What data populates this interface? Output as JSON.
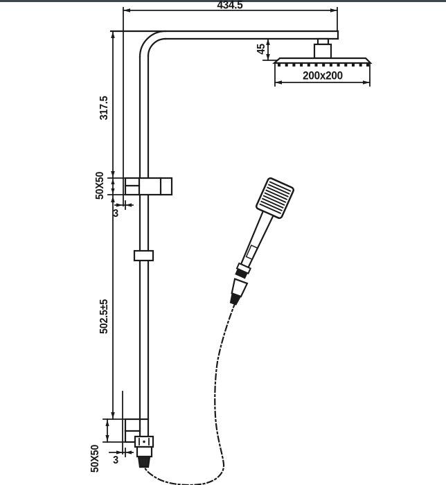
{
  "page": {
    "background": "#ffffff",
    "top_border_color": "#3d4751",
    "line_color": "#1a1a1a"
  },
  "drawing": {
    "type": "technical-dimension-diagram",
    "subject": "wall-mounted shower column with square rain head and hand shower on hose",
    "dimensions": {
      "top_width": "434.5",
      "head_drop": "45",
      "head_size": "200x200",
      "upper_section_height": "317.5",
      "top_bracket_size": "50X50",
      "top_bracket_offset": "3",
      "rail_section_height": "502.5±5",
      "bottom_bracket_size": "50X50",
      "bottom_bracket_offset": "3"
    }
  }
}
